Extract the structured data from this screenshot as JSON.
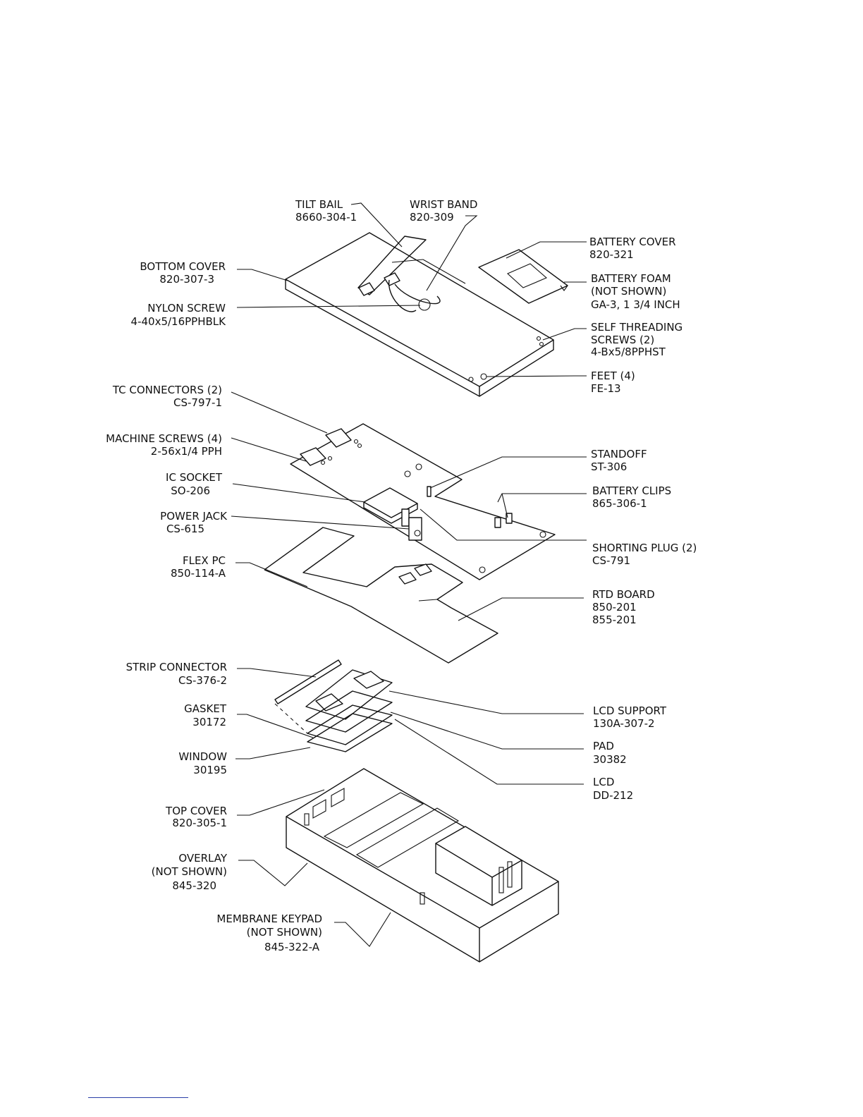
{
  "labels": {
    "tilt_bail": [
      "TILT BAIL",
      "8660-304-1"
    ],
    "wrist_band": [
      "WRIST BAND",
      "820-309"
    ],
    "battery_cover": [
      "BATTERY COVER",
      "820-321"
    ],
    "bottom_cover": [
      "BOTTOM COVER",
      "820-307-3"
    ],
    "battery_foam": [
      "BATTERY FOAM",
      "(NOT SHOWN)",
      "GA-3, 1 3/4 INCH"
    ],
    "nylon_screw": [
      "NYLON SCREW",
      "4-40x5/16PPHBLK"
    ],
    "self_threading_screws": [
      "SELF THREADING",
      "SCREWS (2)",
      "4-Bx5/8PPHST"
    ],
    "feet": [
      "FEET (4)",
      "FE-13"
    ],
    "tc_connectors": [
      "TC CONNECTORS (2)",
      "CS-797-1"
    ],
    "machine_screws": [
      "MACHINE SCREWS (4)",
      "2-56x1/4 PPH"
    ],
    "standoff": [
      "STANDOFF",
      "ST-306"
    ],
    "ic_socket": [
      "IC SOCKET",
      "SO-206"
    ],
    "battery_clips": [
      "BATTERY CLIPS",
      "865-306-1"
    ],
    "power_jack": [
      "POWER JACK",
      "CS-615"
    ],
    "shorting_plug": [
      "SHORTING PLUG (2)",
      "CS-791"
    ],
    "flex_pc": [
      "FLEX PC",
      "850-114-A"
    ],
    "rtd_board": [
      "RTD BOARD",
      "850-201",
      "855-201"
    ],
    "strip_connector": [
      "STRIP CONNECTOR",
      "CS-376-2"
    ],
    "lcd_support": [
      "LCD SUPPORT",
      "130A-307-2"
    ],
    "gasket": [
      "GASKET",
      "30172"
    ],
    "pad": [
      "PAD",
      "30382"
    ],
    "window": [
      "WINDOW",
      "30195"
    ],
    "lcd": [
      "LCD",
      "DD-212"
    ],
    "top_cover": [
      "TOP COVER",
      "820-305-1"
    ],
    "overlay": [
      "OVERLAY",
      "(NOT SHOWN)",
      "845-320"
    ],
    "membrane_keypad": [
      "MEMBRANE KEYPAD",
      "(NOT SHOWN)",
      "845-322-A"
    ]
  },
  "colors": {
    "line": "#111111",
    "footer_rule": "#2a3fa8"
  }
}
